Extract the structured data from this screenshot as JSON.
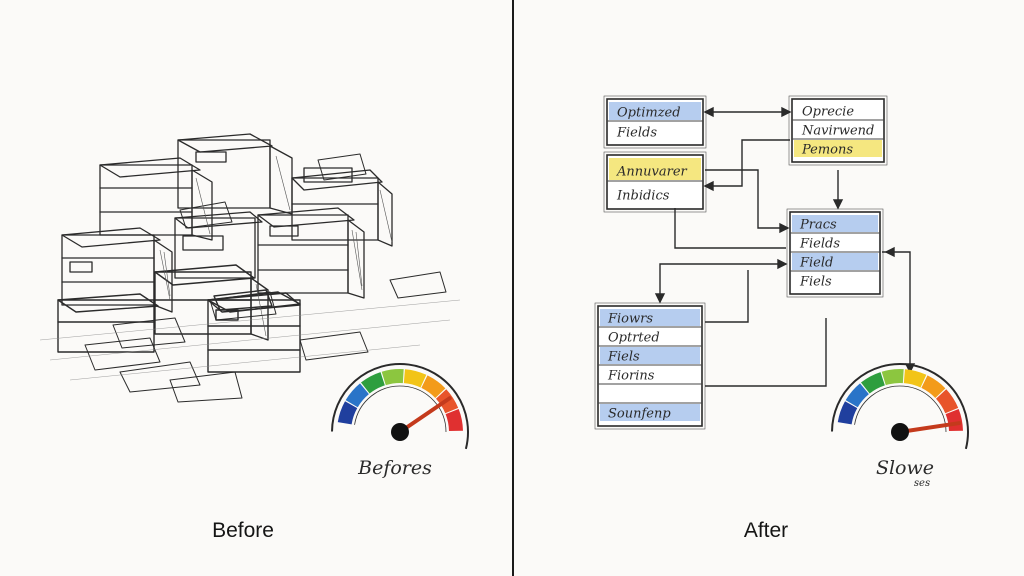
{
  "panels": {
    "left": {
      "caption": "Before",
      "gauge_label": "Befores"
    },
    "right": {
      "caption": "After",
      "gauge_label": "Slowe",
      "gauge_sublabel": "ses"
    }
  },
  "tables": [
    {
      "id": "t1",
      "rows": [
        {
          "text": "Optimzed",
          "hl": "blue"
        },
        {
          "text": "Fields",
          "hl": ""
        }
      ]
    },
    {
      "id": "t2",
      "rows": [
        {
          "text": "Annuvarer",
          "hl": "yellow"
        },
        {
          "text": "Inbidics",
          "hl": ""
        }
      ]
    },
    {
      "id": "t3",
      "rows": [
        {
          "text": "Oprecie",
          "hl": ""
        },
        {
          "text": "Navirwend",
          "hl": ""
        },
        {
          "text": "Pemons",
          "hl": "yellow"
        }
      ]
    },
    {
      "id": "t4",
      "rows": [
        {
          "text": "Pracs",
          "hl": "blue"
        },
        {
          "text": "Fields",
          "hl": ""
        },
        {
          "text": "Field",
          "hl": "blue"
        },
        {
          "text": "Fiels",
          "hl": ""
        }
      ]
    },
    {
      "id": "t5",
      "rows": [
        {
          "text": "Fiowrs",
          "hl": "blue"
        },
        {
          "text": "Optrted",
          "hl": ""
        },
        {
          "text": "Fiels",
          "hl": "blue"
        },
        {
          "text": "Fiorins",
          "hl": ""
        },
        {
          "text": "",
          "hl": ""
        },
        {
          "text": "Sounfenp",
          "hl": "blue"
        }
      ]
    }
  ],
  "gauges": {
    "before": {
      "needle_level": 0.8
    },
    "after": {
      "needle_level": 0.95
    }
  },
  "colors": {
    "blue_highlight": "#a9c4ec",
    "yellow_highlight": "#f3e36a",
    "gauge_segments": [
      "#203f9e",
      "#2a74c8",
      "#2e9e3e",
      "#8cc63f",
      "#f2c417",
      "#f39b1a",
      "#e8542a",
      "#e03030"
    ],
    "needle": "#c43a1c"
  }
}
